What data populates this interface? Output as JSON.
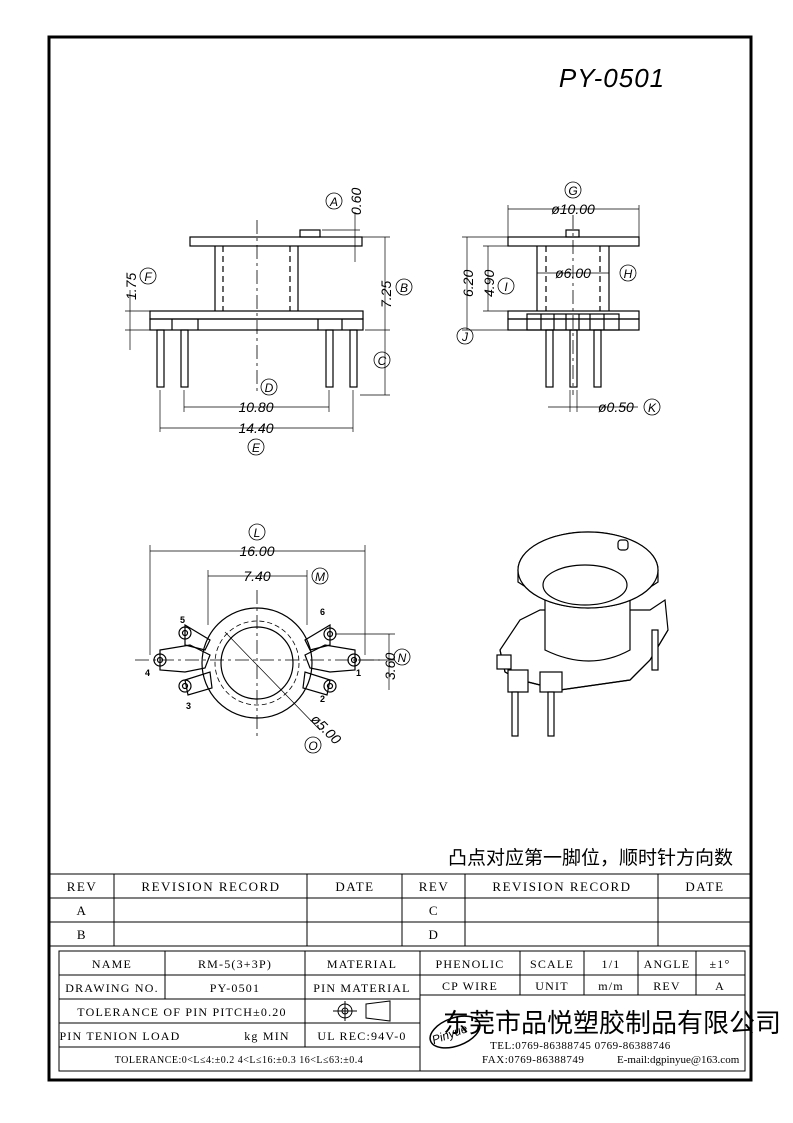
{
  "title": "PY-0501",
  "dims": {
    "a_val": "0.60",
    "a_tag": "A",
    "b_val": "7.25",
    "b_tag": "B",
    "c_tag": "C",
    "d_val": "10.80",
    "d_tag": "D",
    "e_val": "14.40",
    "e_tag": "E",
    "f_val": "1.75",
    "f_tag": "F",
    "g_val": "ø10.00",
    "g_tag": "G",
    "h_val": "ø6.00",
    "h_tag": "H",
    "i_val": "4.90",
    "i_tag": "I",
    "j_val": "6.20",
    "j_tag": "J",
    "k_val": "ø0.50",
    "k_tag": "K",
    "l_val": "16.00",
    "l_tag": "L",
    "m_val": "7.40",
    "m_tag": "M",
    "n_val": "3.60",
    "n_tag": "N",
    "o_val": "ø5.00",
    "o_tag": "O"
  },
  "pins": [
    "1",
    "2",
    "3",
    "4",
    "5",
    "6"
  ],
  "note": "凸点对应第一脚位，顺时针方向数",
  "revision": {
    "headers": [
      "REV",
      "REVISION RECORD",
      "DATE",
      "REV",
      "REVISION RECORD",
      "DATE"
    ],
    "rows": [
      [
        "A",
        "",
        "",
        "C",
        "",
        ""
      ],
      [
        "B",
        "",
        "",
        "D",
        "",
        ""
      ]
    ]
  },
  "info": {
    "name_label": "NAME",
    "name_value": "RM-5(3+3P)",
    "material_label": "MATERIAL",
    "material_value": "PHENOLIC",
    "scale_label": "SCALE",
    "scale_value": "1/1",
    "angle_label": "ANGLE",
    "angle_value": "±1°",
    "drawing_label": "DRAWING NO.",
    "drawing_value": "PY-0501",
    "pin_material_label": "PIN MATERIAL",
    "pin_material_value": "CP WIRE",
    "unit_label": "UNIT",
    "unit_value": "m/m",
    "rev_label": "REV",
    "rev_value": "A",
    "tolerance_pitch": "TOLERANCE OF PIN PITCH±0.20",
    "pin_tension_label": "PIN TENION LOAD",
    "pin_tension_unit": "kg MIN",
    "ul": "UL REC:94V-0",
    "tolerance_line": "TOLERANCE:0<L≤4:±0.2  4<L≤16:±0.3  16<L≤63:±0.4"
  },
  "company": {
    "logo_text": "Pinyue",
    "name": "东莞市品悦塑胶制品有限公司",
    "tel": "TEL:0769-86388745   0769-86388746",
    "fax": "FAX:0769-86388749",
    "email": "E-mail:dgpinyue@163.com"
  }
}
